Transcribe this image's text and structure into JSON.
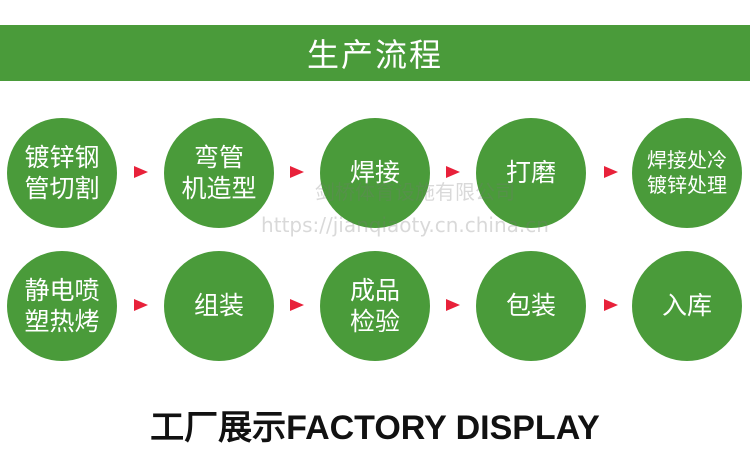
{
  "header": {
    "title": "生产流程"
  },
  "colors": {
    "brand_green": "#4a9b3a",
    "arrow_red": "#e8213a",
    "text_white": "#ffffff"
  },
  "process_steps": [
    {
      "label": "镀锌钢\n管切割"
    },
    {
      "label": "弯管\n机造型"
    },
    {
      "label": "焊接"
    },
    {
      "label": "打磨"
    },
    {
      "label": "焊接处冷\n镀锌处理"
    },
    {
      "label": "静电喷\n塑热烤"
    },
    {
      "label": "组装"
    },
    {
      "label": "成品\n检验"
    },
    {
      "label": "包装"
    },
    {
      "label": "入库"
    }
  ],
  "watermark": {
    "company": "剑桥体育设施有限公司",
    "url": "https://jianqiaoty.cn.china.cn"
  },
  "footer": {
    "title": "工厂展示FACTORY DISPLAY"
  },
  "icons": {
    "arrow": "arrow-right-icon"
  }
}
